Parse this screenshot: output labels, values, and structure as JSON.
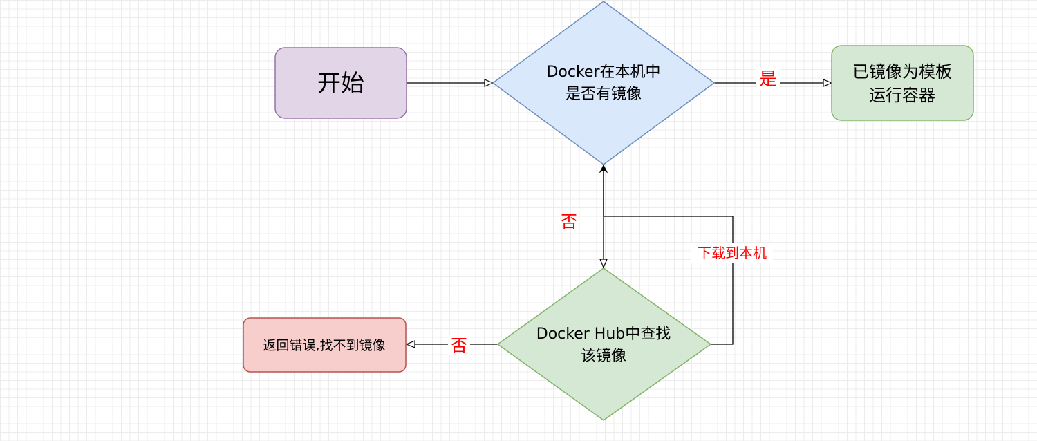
{
  "nodes": {
    "start": {
      "label": "开始",
      "fill": "#e1d5e7",
      "stroke": "#9673a6"
    },
    "local_check": {
      "line1": "Docker在本机中",
      "line2": "是否有镜像",
      "fill": "#dae8fc",
      "stroke": "#6c8ebf"
    },
    "run_container": {
      "line1": "已镜像为模板",
      "line2": "运行容器",
      "fill": "#d5e8d4",
      "stroke": "#82b366"
    },
    "hub_search": {
      "line1": "Docker Hub中查找",
      "line2": "该镜像",
      "fill": "#d5e8d4",
      "stroke": "#82b366"
    },
    "error": {
      "label": "返回错误,找不到镜像",
      "fill": "#f8cecc",
      "stroke": "#b85450"
    }
  },
  "edge_labels": {
    "yes": "是",
    "no_local": "否",
    "download": "下载到本机",
    "no_hub": "否"
  },
  "colors": {
    "edge": "#000000",
    "edge_label": "#ff0000"
  }
}
